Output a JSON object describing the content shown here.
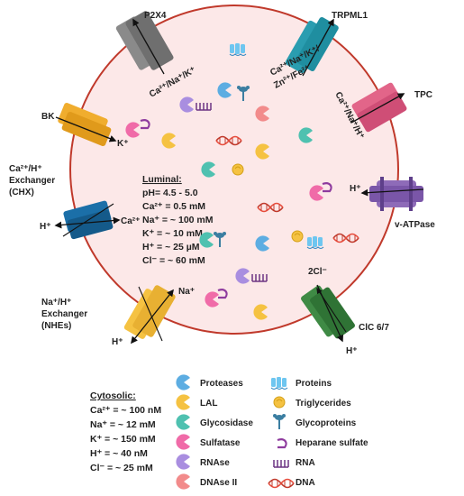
{
  "channels": {
    "p2x4": {
      "name": "P2X4",
      "ions": "Ca²⁺/Na⁺/K⁺"
    },
    "trpml1": {
      "name": "TRPML1",
      "ions_line1": "Ca²⁺/Na⁺/K⁺/",
      "ions_line2": "Zn²⁺/Fe²⁺"
    },
    "tpc": {
      "name": "TPC",
      "ions": "Ca²⁺/Na⁺/H⁺"
    },
    "bk": {
      "name": "BK",
      "ion": "K⁺"
    },
    "chx": {
      "name_line1": "Ca²⁺/H⁺",
      "name_line2": "Exchanger",
      "name_line3": "(CHX)",
      "ion_left": "H⁺",
      "ion_right": "Ca²⁺"
    },
    "vatpase": {
      "name": "v-ATPase",
      "ion": "H⁺"
    },
    "nhe": {
      "name_line1": "Na⁺/H⁺",
      "name_line2": "Exchanger",
      "name_line3": "(NHEs)",
      "ion_top": "Na⁺",
      "ion_bottom": "H⁺"
    },
    "clc": {
      "name": "ClC 6/7",
      "ion_top": "2Cl⁻",
      "ion_bottom": "H⁺"
    }
  },
  "luminal": {
    "title": "Luminal:",
    "lines": [
      "pH= 4.5 - 5.0",
      "Ca²⁺ = 0.5 mM",
      "Na⁺ = ~ 100 mM",
      "K⁺ = ~ 10 mM",
      "H⁺ = ~ 25 µM",
      "Cl⁻ = ~ 60 mM"
    ]
  },
  "cytosolic": {
    "title": "Cytosolic:",
    "lines": [
      "Ca²⁺ = ~ 100 nM",
      "Na⁺ = ~ 12 mM",
      "K⁺ = ~ 150 mM",
      "H⁺ = ~ 40 nM",
      "Cl⁻ = ~ 25 mM"
    ]
  },
  "legend": {
    "left": [
      "Proteases",
      "LAL",
      "Glycosidase",
      "Sulfatase",
      "RNAse",
      "DNAse II"
    ],
    "right": [
      "Proteins",
      "Triglycerides",
      "Glycoproteins",
      "Heparane sulfate",
      "RNA",
      "DNA"
    ]
  },
  "colors": {
    "lumen_fill": "#fce8e8",
    "lumen_stroke": "#c0392b",
    "protease": "#5dade2",
    "lal": "#f5c242",
    "glycosidase": "#4fc1b0",
    "sulfatase": "#f06ba8",
    "rnase": "#a98ee0",
    "dnase": "#f28b8b",
    "protein": "#6ec6f0",
    "triglyceride": "#f0b429",
    "glycoprotein": "#3b7ea1",
    "heparane": "#8e3b9e",
    "rna": "#6c3483",
    "dna": "#c0392b"
  }
}
